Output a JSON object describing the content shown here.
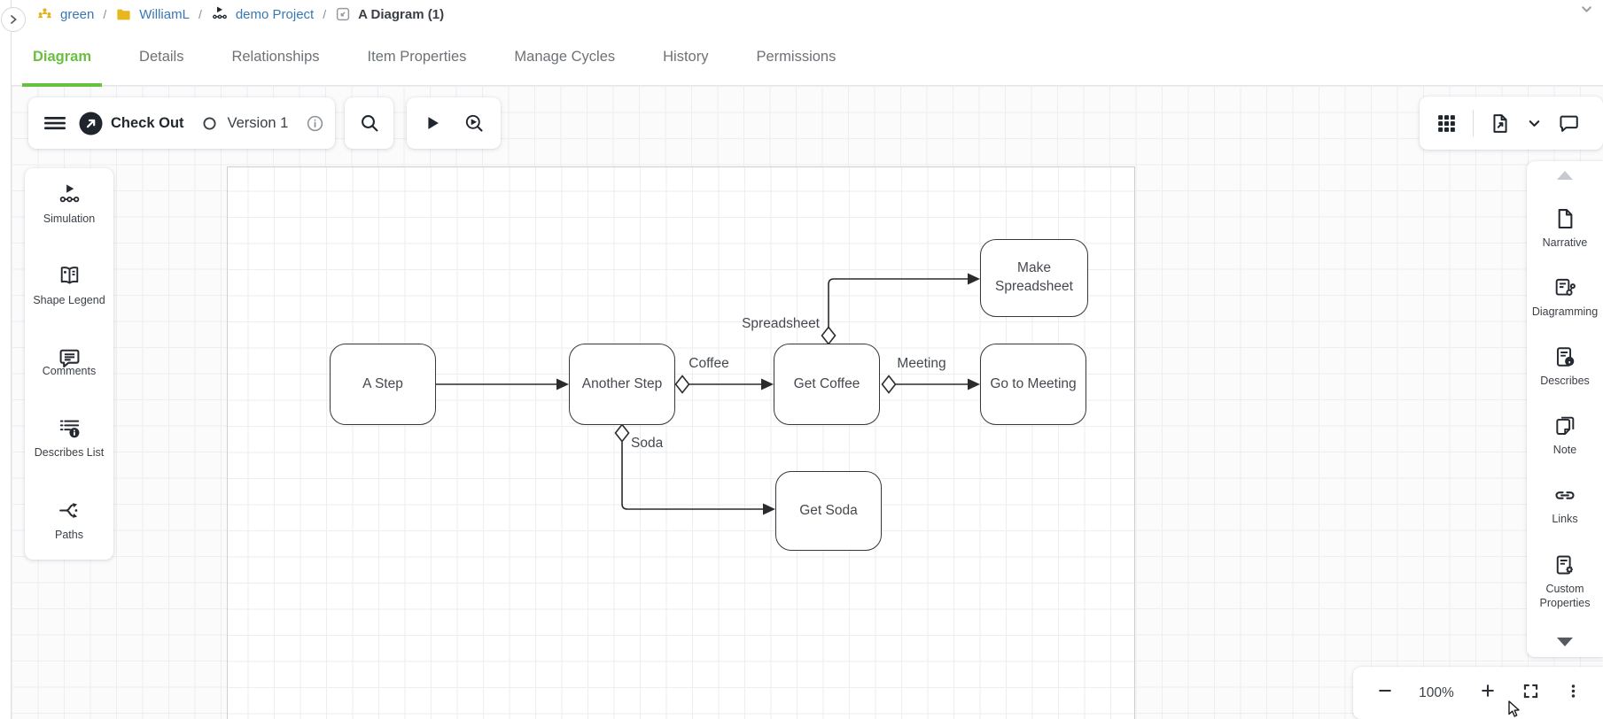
{
  "breadcrumb": {
    "separator": "/",
    "items": [
      {
        "label": "green",
        "icon": "group-icon",
        "type": "link"
      },
      {
        "label": "WilliamL",
        "icon": "folder-icon",
        "type": "link"
      },
      {
        "label": "demo Project",
        "icon": "project-icon",
        "type": "link"
      },
      {
        "label": "A Diagram (1)",
        "icon": "diagram-icon",
        "type": "current"
      }
    ]
  },
  "tabs": {
    "active": "Diagram",
    "items": [
      "Diagram",
      "Details",
      "Relationships",
      "Item Properties",
      "Manage Cycles",
      "History",
      "Permissions"
    ]
  },
  "toolbar": {
    "check_out_label": "Check Out",
    "version_label": "Version 1",
    "icons": [
      "menu-icon",
      "check-out-icon",
      "version-circle-icon",
      "info-icon",
      "search-icon",
      "play-icon",
      "zoom-play-icon"
    ]
  },
  "header_actions": {
    "icons": [
      "grid-icon",
      "export-icon",
      "chevron-down-icon",
      "comment-icon"
    ]
  },
  "left_panel": {
    "items": [
      {
        "label": "Simulation",
        "icon": "simulation-icon"
      },
      {
        "label": "Shape Legend",
        "icon": "shape-legend-icon"
      },
      {
        "label": "Comments",
        "icon": "comments-icon"
      },
      {
        "label": "Describes List",
        "icon": "describes-list-icon"
      },
      {
        "label": "Paths",
        "icon": "paths-icon"
      }
    ]
  },
  "right_panel": {
    "items": [
      {
        "label": "Narrative",
        "icon": "narrative-icon"
      },
      {
        "label": "Diagramming",
        "icon": "diagramming-icon"
      },
      {
        "label": "Describes",
        "icon": "describes-icon"
      },
      {
        "label": "Note",
        "icon": "note-icon"
      },
      {
        "label": "Links",
        "icon": "links-icon"
      },
      {
        "label": "Custom Properties",
        "icon": "custom-properties-icon"
      }
    ]
  },
  "zoom_bar": {
    "level": "100%",
    "icons": [
      "zoom-out-icon",
      "zoom-in-icon",
      "fit-screen-icon",
      "more-options-icon"
    ]
  },
  "diagram": {
    "nodes": [
      {
        "label": "A Step"
      },
      {
        "label": "Another Step"
      },
      {
        "label": "Get Coffee"
      },
      {
        "label": "Go to Meeting"
      },
      {
        "label": "Make Spreadsheet"
      },
      {
        "label": "Get Soda"
      }
    ],
    "edges": [
      {
        "from": "A Step",
        "to": "Another Step",
        "label": ""
      },
      {
        "from": "Another Step",
        "to": "Get Coffee",
        "label": "Coffee"
      },
      {
        "from": "Get Coffee",
        "to": "Go to Meeting",
        "label": "Meeting"
      },
      {
        "from": "Get Coffee",
        "to": "Make Spreadsheet",
        "label": "Spreadsheet"
      },
      {
        "from": "Another Step",
        "to": "Get Soda",
        "label": "Soda"
      }
    ]
  },
  "colors": {
    "accent_green": "#6abf40",
    "link_blue": "#3878b5",
    "folder_gold": "#e8b71e",
    "icon_dark": "#20262e"
  }
}
